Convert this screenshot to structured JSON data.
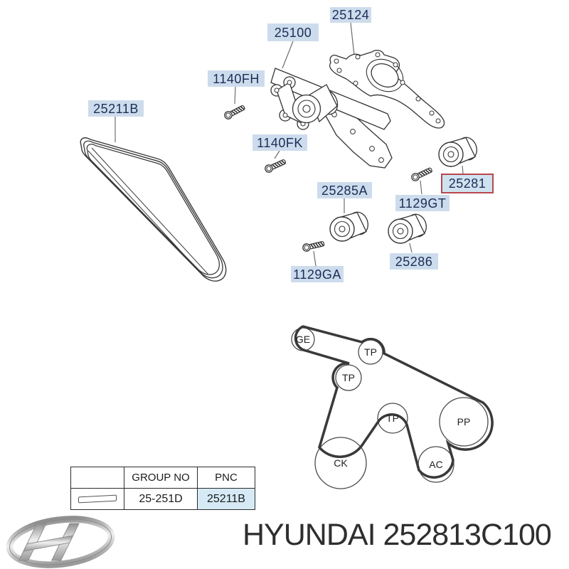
{
  "footer": {
    "brand": "HYUNDAI",
    "part_number": "252813C100"
  },
  "part_labels": [
    {
      "id": "25124",
      "text": "25124",
      "highlighted": false
    },
    {
      "id": "25100",
      "text": "25100",
      "highlighted": false
    },
    {
      "id": "1140FH",
      "text": "1140FH",
      "highlighted": false
    },
    {
      "id": "1140FK",
      "text": "1140FK",
      "highlighted": false
    },
    {
      "id": "25211B",
      "text": "25211B",
      "highlighted": false
    },
    {
      "id": "25285A",
      "text": "25285A",
      "highlighted": false
    },
    {
      "id": "1129GT",
      "text": "1129GT",
      "highlighted": false
    },
    {
      "id": "25281",
      "text": "25281",
      "highlighted": true
    },
    {
      "id": "25286",
      "text": "25286",
      "highlighted": false
    },
    {
      "id": "1129GA",
      "text": "1129GA",
      "highlighted": false
    }
  ],
  "belt_routing": {
    "pulleys": [
      {
        "label": "GE"
      },
      {
        "label": "TP"
      },
      {
        "label": "TP"
      },
      {
        "label": "TP"
      },
      {
        "label": "CK"
      },
      {
        "label": "PP"
      },
      {
        "label": "AC"
      }
    ]
  },
  "summary_table": {
    "headers": {
      "icon_col": "",
      "group_no": "GROUP NO",
      "pnc": "PNC"
    },
    "row": {
      "group_no": "25-251D",
      "pnc": "25211B"
    }
  },
  "colors": {
    "label_bg": "#cddcec",
    "label_text": "#1b2d57",
    "highlight_border": "#b8474f",
    "pnc_cell_bg": "#d5eaf5",
    "line_art": "#333333"
  }
}
